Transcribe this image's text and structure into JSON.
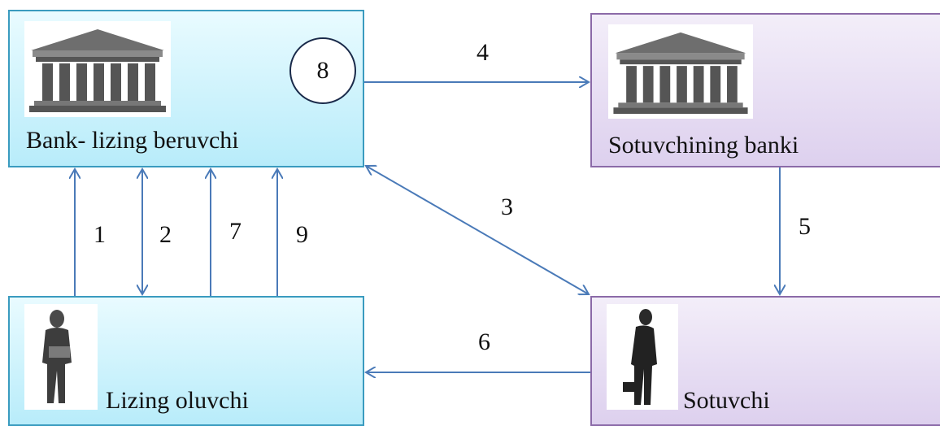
{
  "nodes": {
    "bank": {
      "label": "Bank- lizing beruvchi",
      "badge": "8",
      "icon": "bank-building-icon"
    },
    "seller_bank": {
      "label": "Sotuvchining banki",
      "icon": "bank-building-icon"
    },
    "lessee": {
      "label": "Lizing oluvchi",
      "icon": "person-silhouette-icon"
    },
    "seller": {
      "label": "Sotuvchi",
      "icon": "businessman-silhouette-icon"
    }
  },
  "edges": [
    {
      "label": "1",
      "from": "lessee",
      "to": "bank"
    },
    {
      "label": "2",
      "from": "bank",
      "to": "lessee",
      "bidirectional": true
    },
    {
      "label": "7",
      "from": "lessee",
      "to": "bank"
    },
    {
      "label": "9",
      "from": "lessee",
      "to": "bank"
    },
    {
      "label": "3",
      "from": "bank",
      "to": "seller",
      "bidirectional": true
    },
    {
      "label": "4",
      "from": "bank",
      "to": "seller_bank"
    },
    {
      "label": "5",
      "from": "seller_bank",
      "to": "seller"
    },
    {
      "label": "6",
      "from": "seller",
      "to": "lessee"
    }
  ],
  "colors": {
    "bank_box_fill": "#b8ecfa",
    "bank_box_border": "#3a9bbf",
    "seller_box_fill": "#ddd0ee",
    "seller_box_border": "#8b6aa8",
    "arrow": "#4a7ab8"
  }
}
